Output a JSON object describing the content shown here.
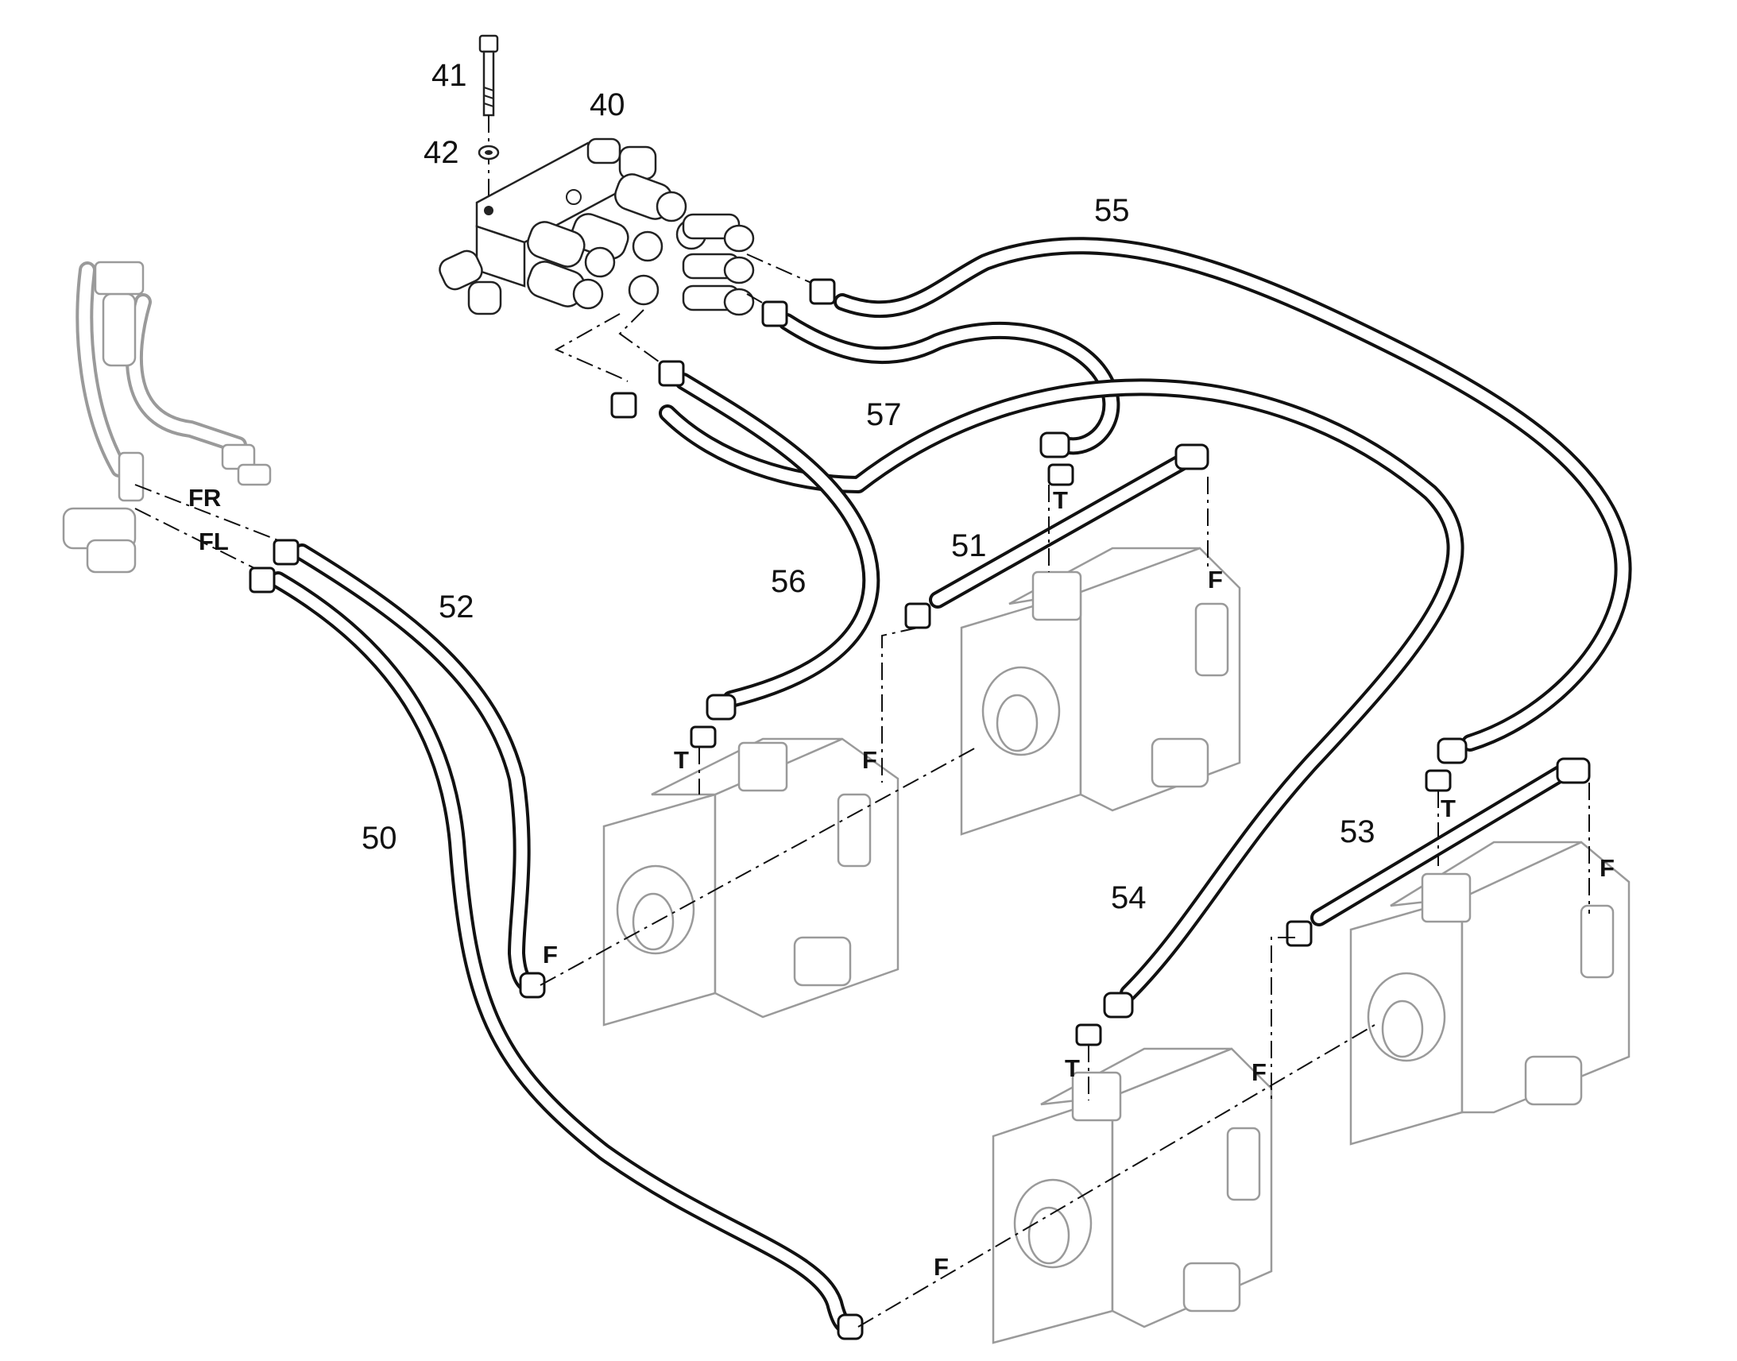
{
  "callouts": {
    "c40": "40",
    "c41": "41",
    "c42": "42",
    "c50": "50",
    "c51": "51",
    "c52": "52",
    "c53": "53",
    "c54": "54",
    "c55": "55",
    "c56": "56",
    "c57": "57"
  },
  "ports": {
    "fr": "FR",
    "fl": "FL",
    "t_motor1": "T",
    "f_motor1_side": "F",
    "f_motor1_shaft": "F",
    "t_motor2": "T",
    "f_motor2_side": "F",
    "t_motor3": "T",
    "f_motor3_side": "F",
    "f_motor3_shaft": "F",
    "t_motor4": "T",
    "f_motor4_side": "F"
  },
  "colors": {
    "line": "#111111",
    "ghost": "#9a9a9a",
    "background": "#ffffff"
  }
}
